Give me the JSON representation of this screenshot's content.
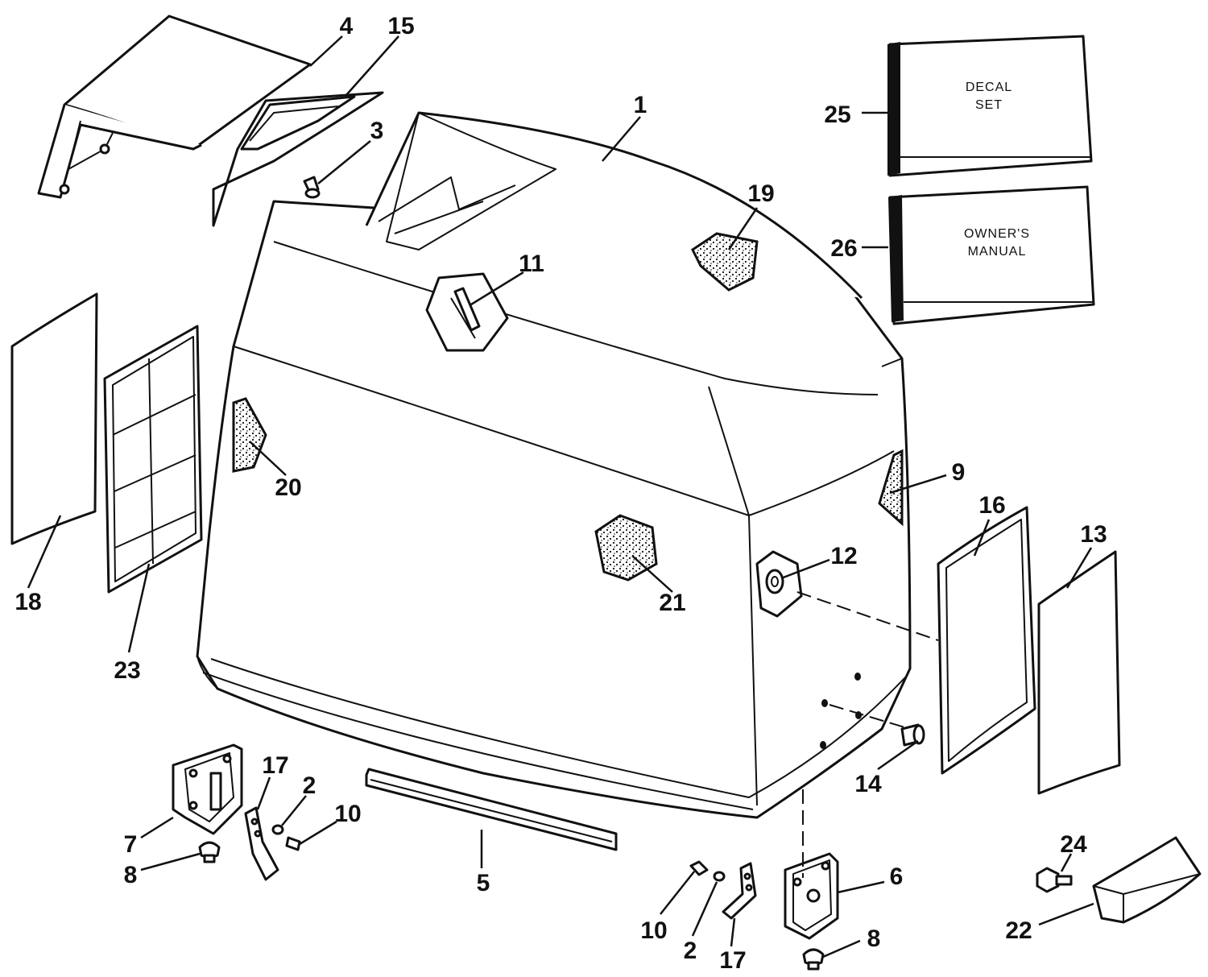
{
  "diagram": {
    "callouts": {
      "c1": "1",
      "c2a": "2",
      "c2b": "2",
      "c3": "3",
      "c4": "4",
      "c5": "5",
      "c6": "6",
      "c7": "7",
      "c8a": "8",
      "c8b": "8",
      "c9": "9",
      "c10a": "10",
      "c10b": "10",
      "c11": "11",
      "c12": "12",
      "c13": "13",
      "c14": "14",
      "c15": "15",
      "c16": "16",
      "c17a": "17",
      "c17b": "17",
      "c18": "18",
      "c19": "19",
      "c20": "20",
      "c21": "21",
      "c22": "22",
      "c23": "23",
      "c24": "24",
      "c25": "25",
      "c26": "26"
    },
    "decal_box": {
      "line1": "DECAL",
      "line2": "SET"
    },
    "manual_box": {
      "line1": "OWNER'S",
      "line2": "MANUAL"
    },
    "colors": {
      "ink": "#111111",
      "paper": "#ffffff"
    }
  }
}
